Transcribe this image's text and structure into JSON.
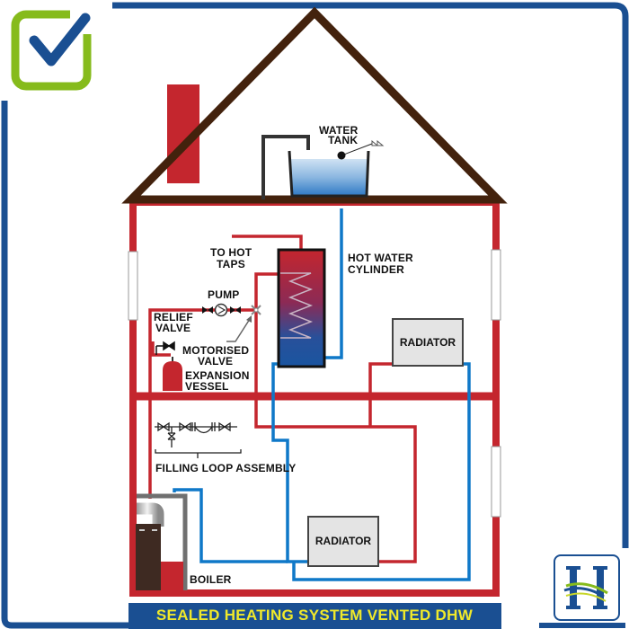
{
  "title": "SEALED HEATING SYSTEM VENTED DHW",
  "colors": {
    "frame_blue": "#1a4f92",
    "check_green": "#86bb1c",
    "check_blue": "#1a4f92",
    "wall_red": "#c4262e",
    "roof_brown": "#43220d",
    "pipe_red": "#c4262e",
    "pipe_blue": "#0f78c8",
    "pipe_dark": "#333333",
    "boiler_brown": "#3e2a22",
    "radiator_fill": "#e4e4e4",
    "banner_text": "#f0e92a"
  },
  "labels": {
    "water_tank": [
      "WATER",
      "TANK"
    ],
    "to_hot_taps": [
      "TO HOT",
      "TAPS"
    ],
    "hot_water_cylinder": [
      "HOT WATER",
      "CYLINDER"
    ],
    "pump": "PUMP",
    "relief_valve": [
      "RELIEF",
      "VALVE"
    ],
    "motorised_valve": [
      "MOTORISED",
      "VALVE"
    ],
    "expansion_vessel": [
      "EXPANSION",
      "VESSEL"
    ],
    "filling_loop": "FILLING LOOP ASSEMBLY",
    "boiler": "BOILER",
    "radiator_upper": "RADIATOR",
    "radiator_lower": "RADIATOR"
  },
  "badges": {
    "checkmark": "checkmark-icon",
    "logo": "H"
  }
}
